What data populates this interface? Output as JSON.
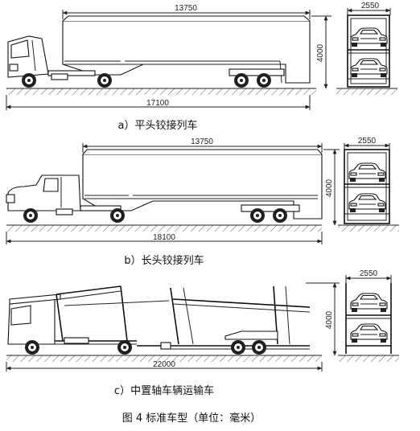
{
  "diagram_data": {
    "figure_caption": "图 4  标准车型（单位：毫米）",
    "panels": [
      {
        "id": "a",
        "caption": "a）平头铰接列车",
        "trailer_length": "13750",
        "overall_length": "17100",
        "height": "4000",
        "width": "2550"
      },
      {
        "id": "b",
        "caption": "b）长头铰接列车",
        "trailer_length": "13750",
        "overall_length": "18100",
        "height": "4000",
        "width": "2550"
      },
      {
        "id": "c",
        "caption": "c）中置轴车辆运输车",
        "overall_length": "22000",
        "height": "4000",
        "width": "2550"
      }
    ]
  }
}
